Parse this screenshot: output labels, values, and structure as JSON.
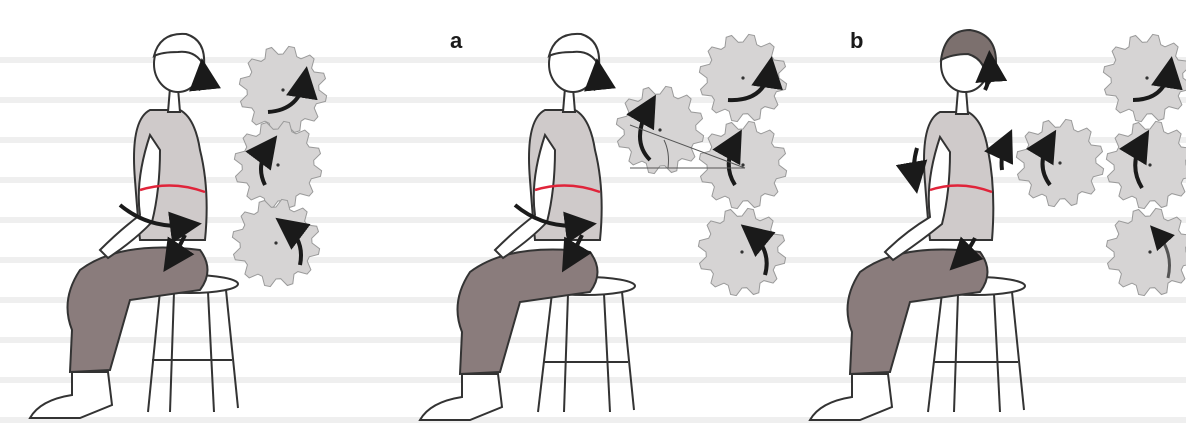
{
  "figure": {
    "panel_labels": {
      "a": "a",
      "b": "b"
    },
    "panels": [
      {
        "id": "left",
        "label": ""
      },
      {
        "id": "a",
        "label": "a"
      },
      {
        "id": "b",
        "label": "b"
      }
    ],
    "colors": {
      "background": "#ffffff",
      "paper_texture": "#efefef",
      "gear_fill": "#d6d4d4",
      "gear_stroke": "#9a9a9a",
      "skin": "#ffffff",
      "outline": "#333333",
      "top_shirt": "#cfcaca",
      "pants": "#8a7c7c",
      "hair_dark": "#7c706e",
      "stool": "#ffffff",
      "arrow": "#1a1a1a",
      "waist_band": "#e0243a"
    },
    "icons": [
      "gear-icon",
      "rotation-arrow-icon",
      "stool-icon",
      "seated-person-icon"
    ]
  }
}
